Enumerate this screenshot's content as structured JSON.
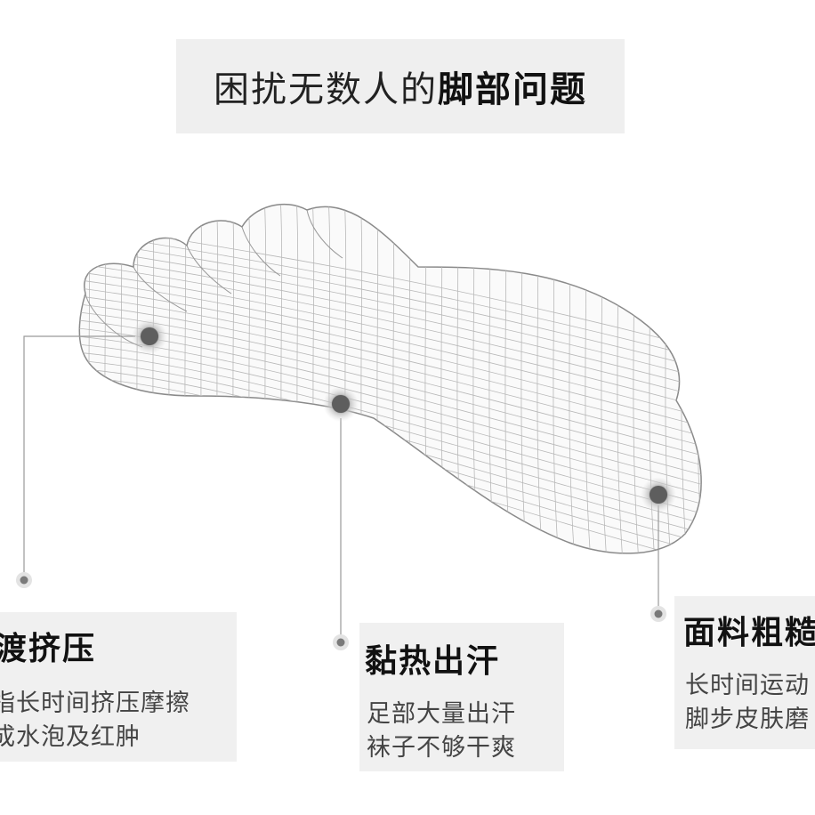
{
  "title": {
    "normal": "困扰无数人的",
    "bold": "脚部问题"
  },
  "cards": [
    {
      "title": "渡挤压",
      "lines": [
        "指长时间挤压摩擦",
        "成水泡及红肿"
      ]
    },
    {
      "title": "黏热出汗",
      "lines": [
        "足部大量出汗",
        "袜子不够干爽"
      ]
    },
    {
      "title": "面料粗糙",
      "lines": [
        "长时间运动",
        "脚步皮肤磨"
      ]
    }
  ],
  "colors": {
    "card_bg": "#f0f0f0",
    "title_bg": "#efefef",
    "marker": "#6b6b6b",
    "line": "#9a9a9a"
  },
  "icons": [
    "foot-wireframe-illustration",
    "marker-dot"
  ]
}
